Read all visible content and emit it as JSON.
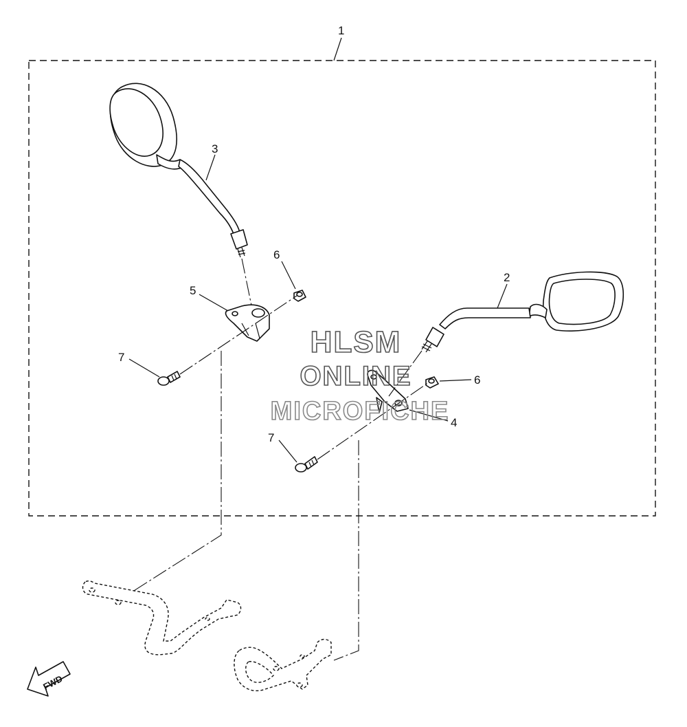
{
  "diagram": {
    "callouts": {
      "c1": "1",
      "c2": "2",
      "c3": "3",
      "c4": "4",
      "c5": "5",
      "c6a": "6",
      "c6b": "6",
      "c7a": "7",
      "c7b": "7"
    },
    "fwd_label": "FWD",
    "watermark": {
      "line1": "HLSM",
      "line2": "ONLINE",
      "line3": "MICROFICHE"
    }
  }
}
